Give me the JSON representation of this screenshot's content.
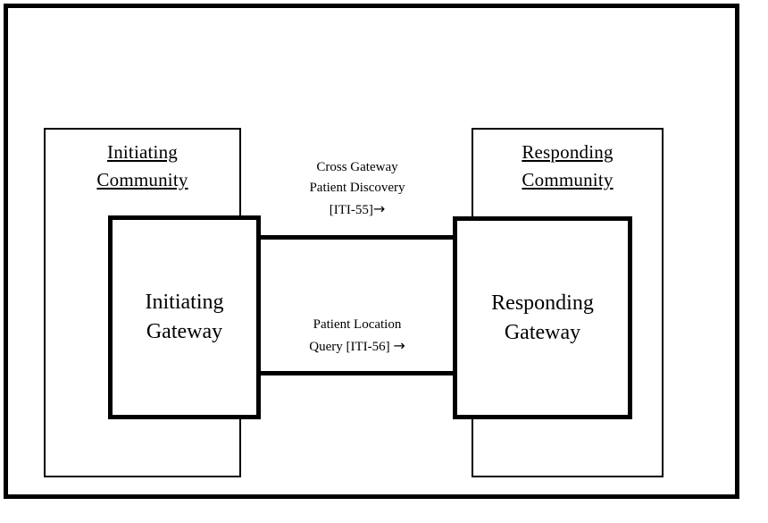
{
  "diagram": {
    "initiating_community": {
      "label_line1": "Initiating",
      "label_line2": "Community"
    },
    "responding_community": {
      "label_line1": "Responding",
      "label_line2": "Community"
    },
    "initiating_gateway": {
      "label_line1": "Initiating",
      "label_line2": "Gateway"
    },
    "responding_gateway": {
      "label_line1": "Responding",
      "label_line2": "Gateway"
    },
    "transactions": [
      {
        "line1": "Cross Gateway",
        "line2": "Patient Discovery",
        "line3": "[ITI-55]",
        "arrow": "→"
      },
      {
        "line1": "Patient Location",
        "line2": "Query [ITI-56]",
        "line3": "",
        "arrow": "→"
      }
    ],
    "colors": {
      "stroke": "#000000",
      "background": "#ffffff"
    }
  }
}
